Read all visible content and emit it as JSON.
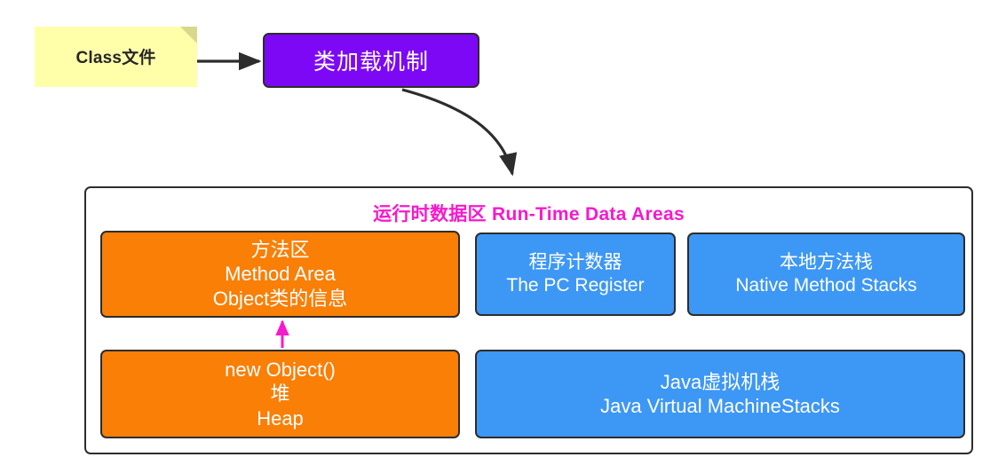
{
  "diagram": {
    "title_note": {
      "label": "Class文件",
      "bg_color": "#ffffaa",
      "fold_color": "#d8d88c"
    },
    "classloader": {
      "label": "类加载机制",
      "bg_color": "#7d08f5",
      "text_color": "#ffffff"
    },
    "runtime_area": {
      "title": "运行时数据区 Run-Time Data Areas",
      "title_color": "#f719cb",
      "border_color": "#2d2d2d",
      "cells": [
        {
          "name": "method-area",
          "color": "#f97f07",
          "lines": [
            "方法区",
            "Method Area",
            "Object类的信息"
          ]
        },
        {
          "name": "pc-register",
          "color": "#3d97f5",
          "lines": [
            "程序计数器",
            "The PC Register"
          ]
        },
        {
          "name": "native-method-stacks",
          "color": "#3d97f5",
          "lines": [
            "本地方法栈",
            "Native Method Stacks"
          ]
        },
        {
          "name": "heap",
          "color": "#f97f07",
          "lines": [
            "new Object()",
            "堆",
            "Heap"
          ]
        },
        {
          "name": "jvm-stacks",
          "color": "#3d97f5",
          "lines": [
            "Java虚拟机栈",
            "Java Virtual MachineStacks"
          ]
        }
      ]
    },
    "connectors": [
      {
        "name": "class-file-to-classloader",
        "style": "straight-arrow",
        "color": "#2d2d2d"
      },
      {
        "name": "classloader-to-runtime-area",
        "style": "curved-arrow",
        "color": "#2d2d2d"
      },
      {
        "name": "heap-to-method-area",
        "style": "straight-arrow-up",
        "color": "#f719cb"
      }
    ]
  }
}
